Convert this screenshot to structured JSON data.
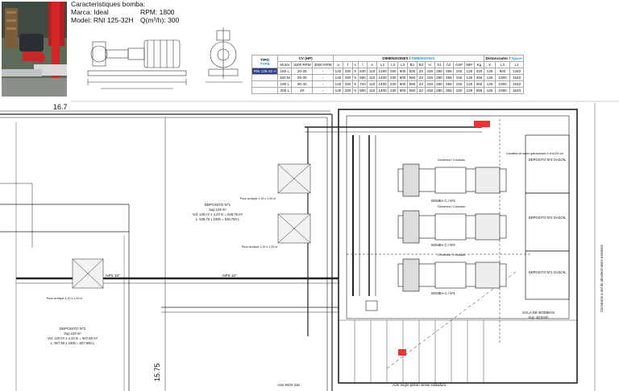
{
  "spec": {
    "title": "Caracteristiques bomba:",
    "brand": "Marca: Ideal",
    "model": "Model: RNI 125-32H",
    "rpm": "RPM: 1800",
    "q": "Q(m³/h): 300"
  },
  "table": {
    "tipo": "TIPO",
    "type": "TYPE",
    "cv_header": "CV (HP)",
    "dim_header": "DIMENSIONES / ",
    "dim_header_en": "DIMENSIONS",
    "dist_header": "Distanciador / ",
    "dist_header_en": "Space",
    "model_cell": "RNI 125-32 H",
    "sub_headers": [
      "Motor",
      "1500 RPM",
      "3000 RPM",
      "a",
      "f",
      "s",
      "l",
      "A",
      "L1",
      "L2",
      "L3",
      "B1",
      "B2",
      "H",
      "h1",
      "h2",
      "ASP",
      "IMP",
      "Kg"
    ],
    "dist_sub": [
      "X",
      "L3",
      "L1"
    ],
    "rows": [
      [
        "160 L",
        "20-25",
        "-",
        "140",
        "330",
        "5",
        "640",
        "110",
        "1260",
        "260",
        "600",
        "500",
        "23",
        "418",
        "280",
        "355",
        "150",
        "125",
        "420",
        "145",
        "940",
        "1340"
      ],
      [
        "180 M",
        "25-30",
        "-",
        "140",
        "330",
        "5",
        "680",
        "110",
        "1400",
        "230",
        "600",
        "560",
        "23",
        "418",
        "280",
        "355",
        "150",
        "125",
        "455",
        "145",
        "1080",
        "1540"
      ],
      [
        "180 L",
        "30-40",
        "-",
        "140",
        "330",
        "5",
        "720",
        "110",
        "1400",
        "230",
        "600",
        "560",
        "23",
        "418",
        "280",
        "355",
        "150",
        "125",
        "460",
        "145",
        "1080",
        "1540"
      ],
      [
        "200 L",
        "40",
        "-",
        "140",
        "330",
        "5",
        "800",
        "110",
        "1400",
        "230",
        "600",
        "560",
        "23",
        "418",
        "280",
        "355",
        "150",
        "125",
        "558",
        "145",
        "1080",
        "1540"
      ]
    ]
  },
  "plan": {
    "dim_horizontal": "16.7",
    "dim_vertical": "15.75",
    "deposit1_name": "DEPOSITO Nº1",
    "deposit1_sup": "Sup.126 m²",
    "deposit1_vol": "Vol: 126 m² x 4.23 m = 528,75 m³",
    "deposit1_liters": "L: 528,75 x 1000 = 528.750 L",
    "deposit2_name": "DEPOSITO Nº2",
    "deposit2_sup": "Sup.120 m²",
    "deposit2_vol": "Vol: 120 m² x 4.23 m = 507,60 m³",
    "deposit2_liters": "L: 507,60 x 1000 = 507.600 L",
    "pipe_label": "NPS 10\"",
    "sump_label": "Pozo achique 1,20 x 1,20 m",
    "pump1": "BOMBA C.I Nº1",
    "pump2": "BOMBA C.I Nº2",
    "pump3": "BOMBA C.I Nº3",
    "gasoil1": "DEPOSITO Nº1 GASOIL",
    "gasoil2": "DEPOSITO Nº2 GASOIL",
    "gasoil3": "DEPOSITO Nº3 GASOIL",
    "room_name": "SALA DE BOMBAS",
    "room_sup": "Sup. 40,52m²",
    "cable_label": "Canaleta de acero galvanizado 0.10x125 cm",
    "side_label": "Connexión a red de abastecimiento existente",
    "floor_label": "Acer negre pintat i sense soldadura",
    "inox_label": "AISI INOX 316",
    "chimney": "Chimenea / Conducto"
  }
}
